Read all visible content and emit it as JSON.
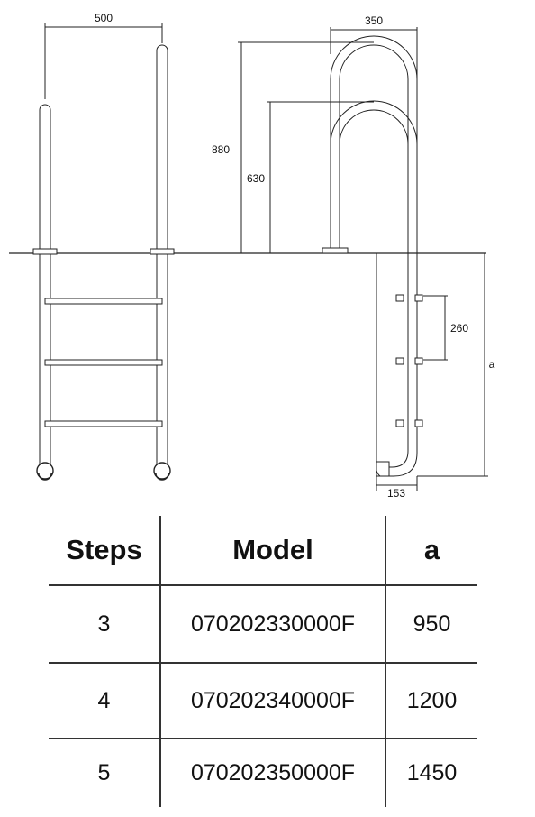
{
  "drawing": {
    "dimensions": {
      "top_width": "500",
      "handrail_width": "350",
      "height_880": "880",
      "height_630": "630",
      "step_spacing": "260",
      "depth_a": "a",
      "bottom_offset": "153"
    }
  },
  "table": {
    "headers": {
      "steps": "Steps",
      "model": "Model",
      "a": "a"
    },
    "rows": [
      {
        "steps": "3",
        "model": "070202330000F",
        "a": "950"
      },
      {
        "steps": "4",
        "model": "070202340000F",
        "a": "1200"
      },
      {
        "steps": "5",
        "model": "070202350000F",
        "a": "1450"
      }
    ]
  }
}
